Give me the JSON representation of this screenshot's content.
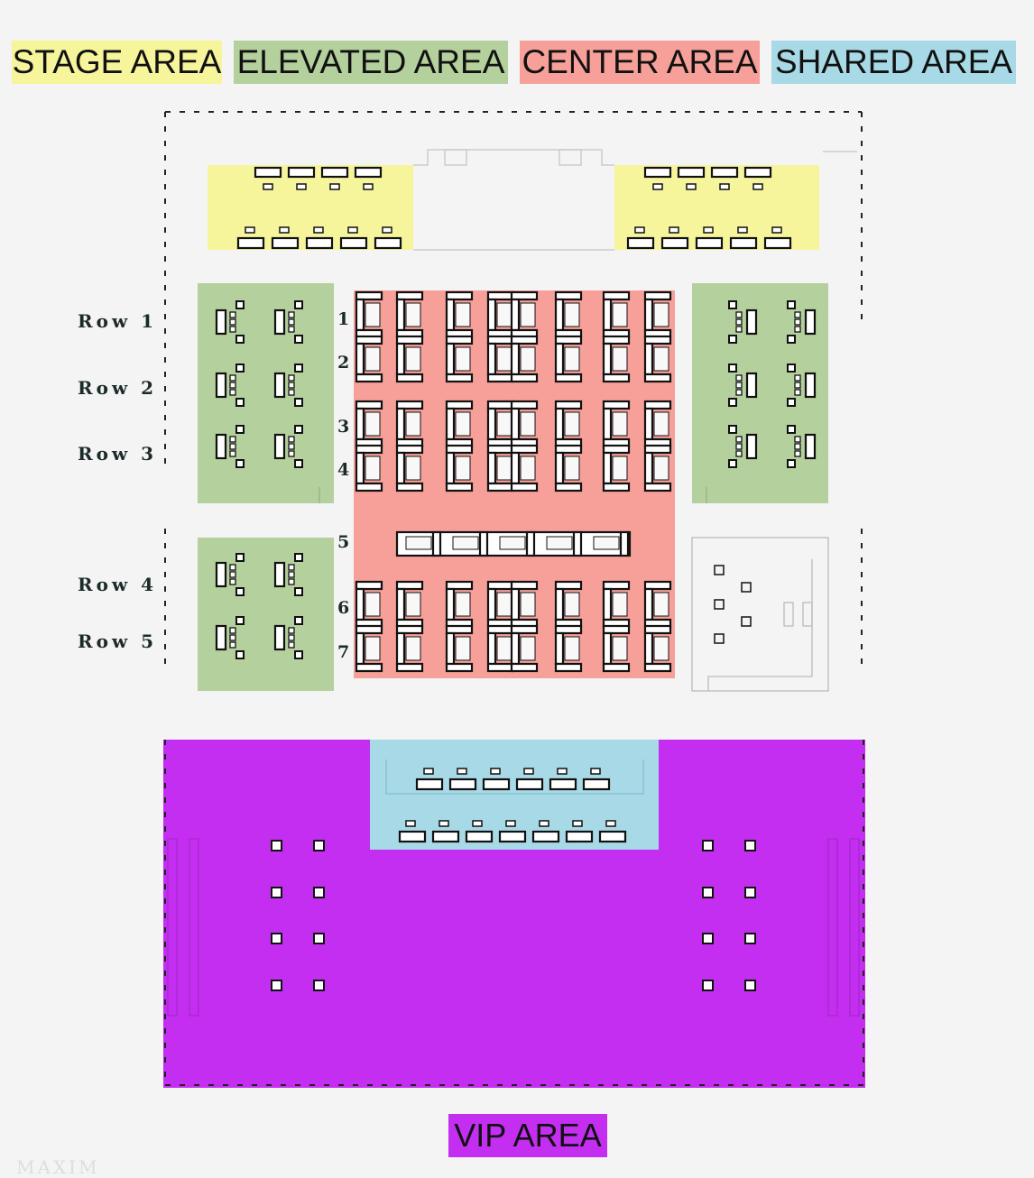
{
  "legend": [
    {
      "label": "STAGE AREA",
      "color": "#f6f59c"
    },
    {
      "label": "ELEVATED AREA",
      "color": "#b4d09d"
    },
    {
      "label": "CENTER AREA",
      "color": "#f6a099"
    },
    {
      "label": "SHARED AREA",
      "color": "#a8d9e6"
    }
  ],
  "vip": {
    "label": "VIP AREA",
    "color": "#c32ef0"
  },
  "side_rows": [
    "Row 1",
    "Row 2",
    "Row 3",
    "Row 4",
    "Row 5"
  ],
  "center_rows": [
    "1",
    "2",
    "3",
    "4",
    "5",
    "6",
    "7"
  ],
  "watermark": "MAXIM",
  "colors": {
    "stage": "#f6f59c",
    "elevated": "#b4d09d",
    "center": "#f6a099",
    "shared": "#a8d9e6",
    "vip": "#c32ef0",
    "line": "#222222"
  }
}
